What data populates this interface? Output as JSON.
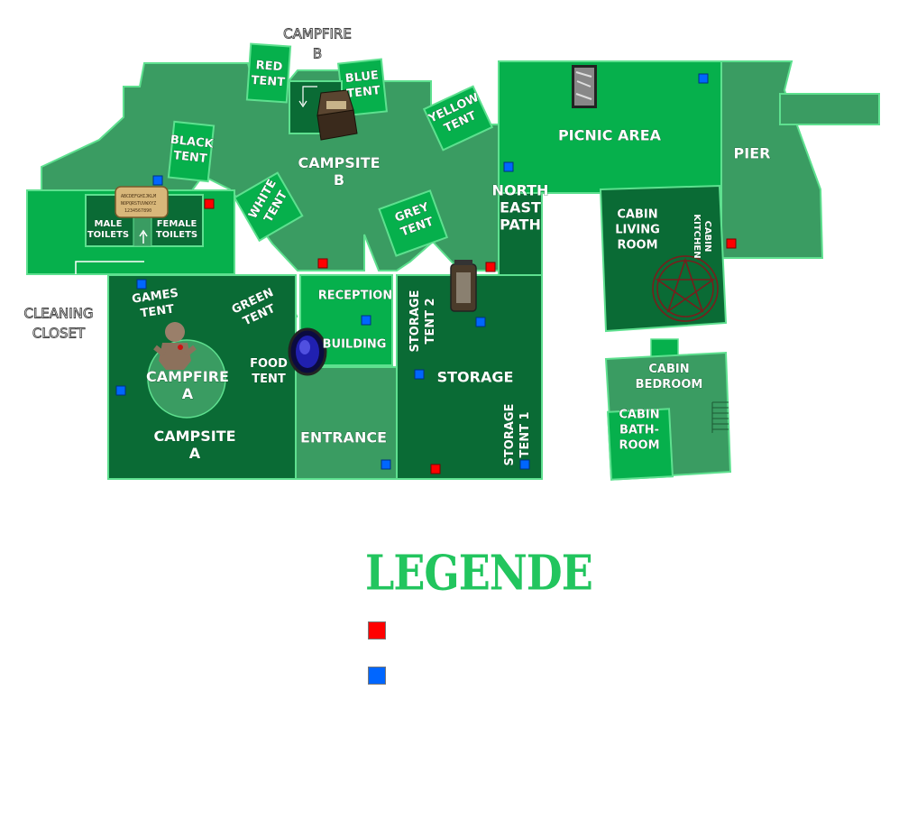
{
  "colors": {
    "light_green": "#3a9c62",
    "mid_green": "#06b04c",
    "dark_green": "#0a6b35",
    "border": "#5ee08f",
    "red_marker": "#ff0000",
    "blue_marker": "#0066ff"
  },
  "areas": {
    "campfire_b": "CAMPFIRE B",
    "red_tent": "RED TENT",
    "blue_tent": "BLUE TENT",
    "yellow_tent": "YELLOW TENT",
    "black_tent": "BLACK TENT",
    "campsite_b": "CAMPSITE B",
    "white_tent": "WHITE TENT",
    "grey_tent": "GREY TENT",
    "male_toilets": "MALE TOILETS",
    "female_toilets": "FEMALE TOILETS",
    "cleaning_closet": "CLEANING CLOSET",
    "games_tent": "GAMES TENT",
    "green_tent": "GREEN TENT",
    "campfire_a": "CAMPFIRE A",
    "food_tent": "FOOD TENT",
    "campsite_a": "CAMPSITE A",
    "reception": "RECEPTION",
    "building": "BUILDING",
    "entrance": "ENTRANCE",
    "storage_tent_2": "STORAGE TENT 2",
    "storage": "STORAGE",
    "storage_tent_1": "STORAGE TENT 1",
    "picnic_area": "PICNIC AREA",
    "north_east_path": "NORTH EAST PATH",
    "pier": "PIER",
    "cabin_living_room": "CABIN LIVING ROOM",
    "cabin_kitchen": "CABIN KITCHEN",
    "cabin_bedroom": "CABIN BEDROOM",
    "cabin_bathroom": "CABIN BATH-ROOM"
  },
  "icons": [
    "ouija-board-icon",
    "music-box-icon",
    "voodoo-doll-icon",
    "crystal-ball-icon",
    "haunted-mirror-icon",
    "lantern-icon",
    "pentagram-icon"
  ],
  "legend": {
    "title": "LEGENDE",
    "entries": [
      {
        "color": "#ff0000",
        "label": ""
      },
      {
        "color": "#0066ff",
        "label": ""
      }
    ]
  }
}
